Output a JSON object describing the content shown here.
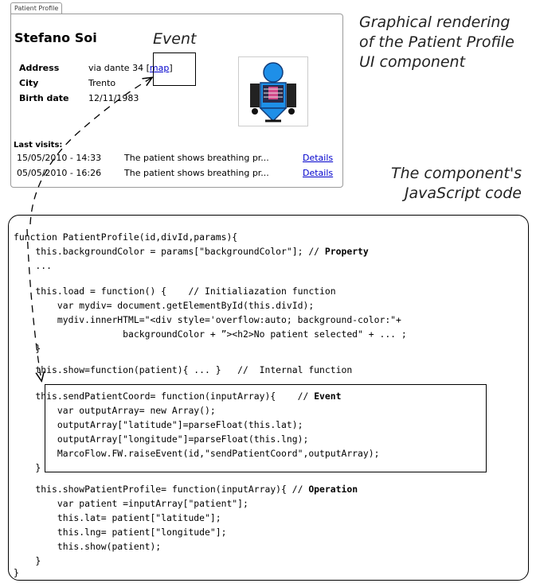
{
  "widget": {
    "tab_label": "Patient Profile",
    "patient_name": "Stefano Soi",
    "rows": [
      {
        "label": "Address",
        "value": "via dante 34 [",
        "link": "map",
        "suffix": "]"
      },
      {
        "label": "City",
        "value": "Trento"
      },
      {
        "label": "Birth date",
        "value": "12/11/1983"
      }
    ],
    "last_visits_label": "Last visits:",
    "visits": [
      {
        "date": "15/05/2010 - 14:33",
        "text": "The patient shows breathing pr...",
        "link": "Details"
      },
      {
        "date": "05/05/2010 - 16:26",
        "text": "The patient shows breathing pr...",
        "link": "Details"
      }
    ]
  },
  "annotations": {
    "event_label": "Event",
    "caption_graphical": [
      "Graphical rendering",
      "of the Patient Profile",
      "UI component"
    ],
    "caption_code": [
      "The component's",
      "JavaScript code"
    ]
  },
  "code": {
    "lines": [
      "function PatientProfile(id,divId,params){",
      "    this.backgroundColor = params[\"backgroundColor\"]; // ",
      "    ...",
      "",
      "    this.load = function() {    // Initialiazation function",
      "        var mydiv= document.getElementById(this.divId);",
      "        mydiv.innerHTML=\"<div style='overflow:auto; background-color:\"+",
      "                    backgroundColor + ”><h2>No patient selected\" + ... ;",
      "    }",
      "",
      "    this.show=function(patient){ ... }   //  Internal function",
      "",
      "    this.sendPatientCoord= function(inputArray){    // ",
      "        var outputArray= new Array();",
      "        outputArray[\"latitude\"]=parseFloat(this.lat);",
      "        outputArray[\"longitude\"]=parseFloat(this.lng);",
      "        MarcoFlow.FW.raiseEvent(id,\"sendPatientCoord\",outputArray);",
      "    }",
      "",
      "    this.showPatientProfile= function(inputArray){ // ",
      "        var patient =inputArray[\"patient\"];",
      "        this.lat= patient[\"latitude\"];",
      "        this.lng= patient[\"longitude\"];",
      "        this.show(patient);",
      "    }",
      "}"
    ],
    "bold_property": "Property",
    "bold_event": "Event",
    "bold_operation": "Operation"
  }
}
